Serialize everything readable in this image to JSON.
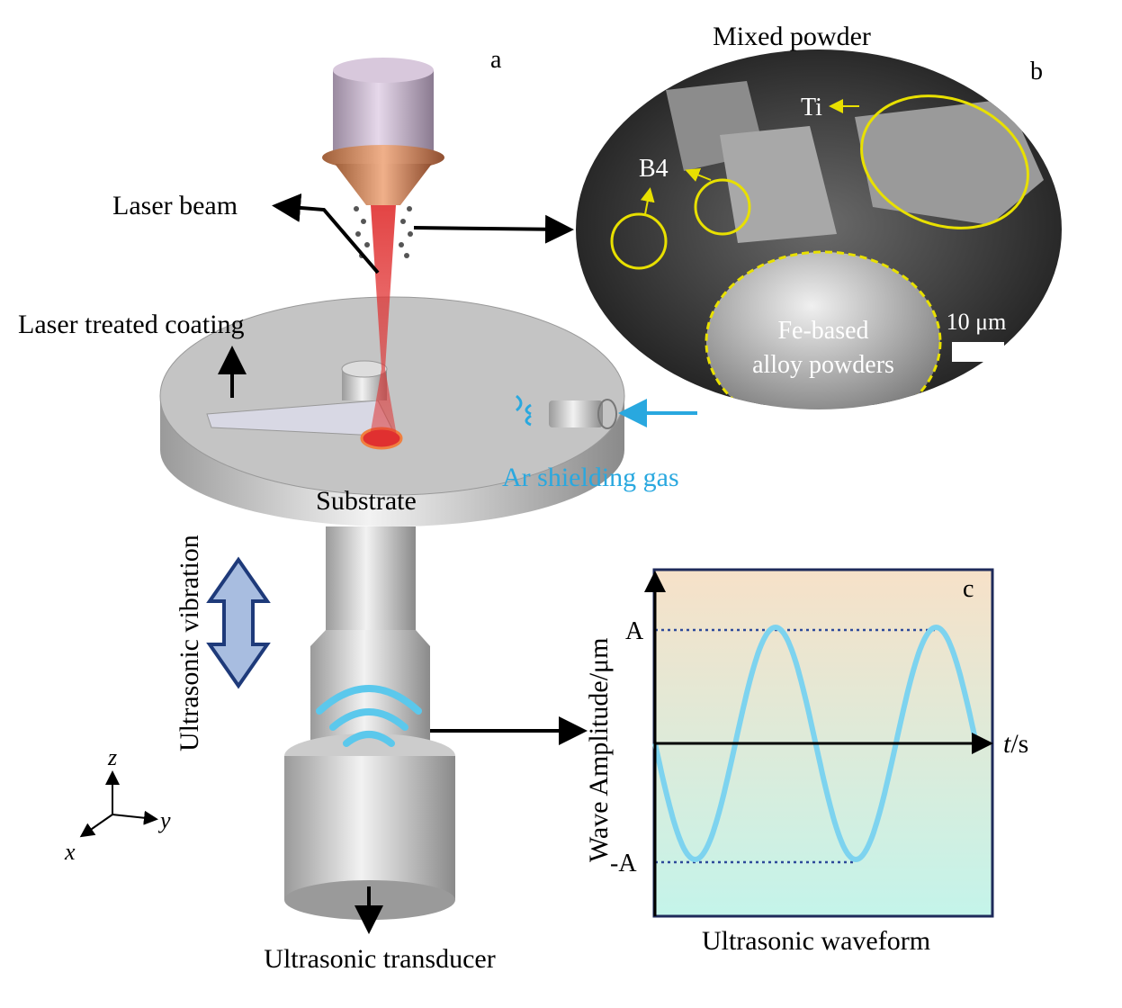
{
  "labels": {
    "panel_a": "a",
    "panel_b": "b",
    "panel_c": "c",
    "mixed_powder": "Mixed powder",
    "ti": "Ti",
    "b4": "B4",
    "fe_line1": "Fe-based",
    "fe_line2": "alloy powders",
    "scale_bar": "10 μm",
    "laser_beam": "Laser beam",
    "laser_coating": "Laser treated coating",
    "ar_gas": "Ar shielding gas",
    "substrate": "Substrate",
    "ultrasonic_vibration": "Ultrasonic vibration",
    "ultrasonic_transducer": "Ultrasonic transducer",
    "axis_z": "z",
    "axis_y": "y",
    "axis_x": "x"
  },
  "waveform": {
    "title": "Ultrasonic waveform",
    "ylabel": "Wave Amplitude/μm",
    "xlabel_italic": "t",
    "xlabel_unit": "/s",
    "max_label": "A",
    "min_label": "-A",
    "cycles": 2,
    "color": "#7dd3ef"
  },
  "colors": {
    "accent_blue": "#29a8df",
    "yellow": "#e8e000",
    "laser_red": "#e03030"
  }
}
